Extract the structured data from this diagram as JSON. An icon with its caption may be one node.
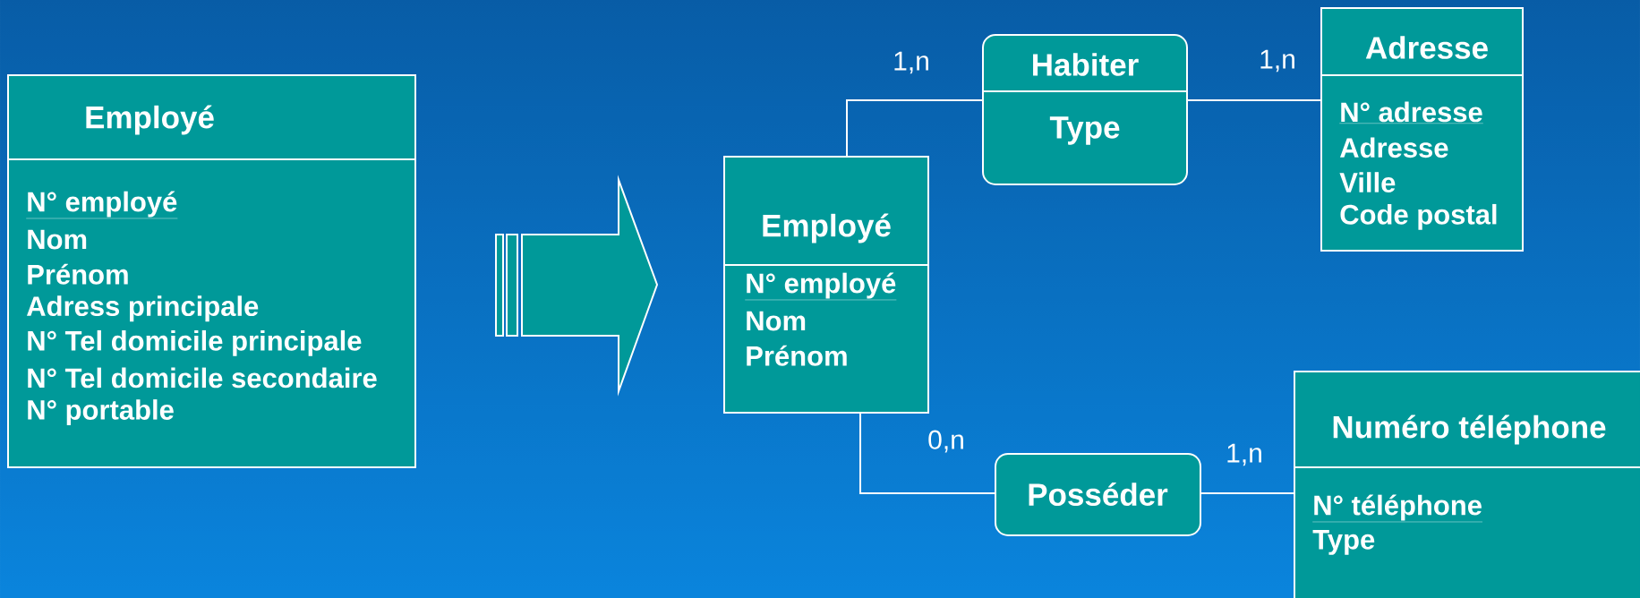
{
  "diagram": {
    "nodes": [
      {
        "text": [
          "Employé",
          "N° employé",
          "Nom",
          "Prénom",
          "Adress principale",
          "N° Tel domicile principale",
          "N° Tel domicile secondaire",
          "N° portable"
        ]
      },
      {
        "text": [
          "Employé",
          "N° employé",
          "Nom",
          "Prénom"
        ]
      },
      {
        "text": [
          "Habiter",
          "Type"
        ]
      },
      {
        "text": [
          "Adresse",
          "N° adresse",
          "Adresse",
          "Ville",
          "Code postal"
        ]
      },
      {
        "text": [
          "Posséder"
        ]
      },
      {
        "text": [
          "Numéro téléphone",
          "N° téléphone",
          "Type"
        ]
      }
    ],
    "edges": [
      {
        "from": 0,
        "to": 1,
        "arrow": "to"
      },
      {
        "from": 1,
        "to": 2,
        "arrow": "none",
        "label": "1,n"
      },
      {
        "from": 2,
        "to": 3,
        "arrow": "none",
        "label": "1,n"
      },
      {
        "from": 1,
        "to": 4,
        "arrow": "none",
        "label": "0,n"
      },
      {
        "from": 4,
        "to": 5,
        "arrow": "none",
        "label": "1,n"
      }
    ]
  }
}
